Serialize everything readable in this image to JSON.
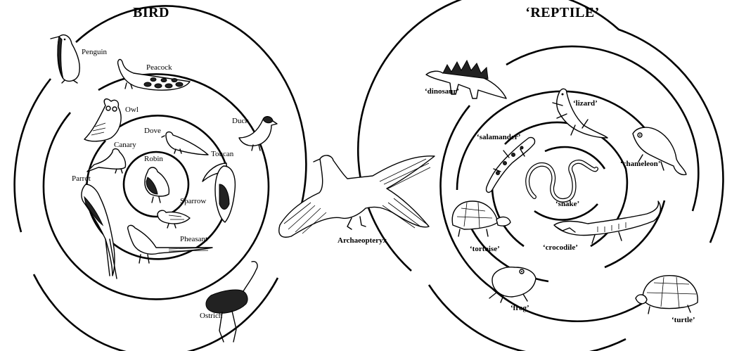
{
  "titles": {
    "bird": "BIRD",
    "reptile": "‘REPTILE’"
  },
  "birds": {
    "penguin": "Penguin",
    "peacock": "Peacock",
    "owl": "Owl",
    "duck": "Duck",
    "dove": "Dove",
    "canary": "Canary",
    "robin": "Robin",
    "toucan": "Toucan",
    "parrot": "Parrot",
    "sparrow": "Sparrow",
    "pheasant": "Pheasant",
    "ostrich": "Ostrich"
  },
  "center": {
    "archaeopteryx": "Archaeopteryx"
  },
  "reptiles": {
    "dinosaur": "‘dinosaur’",
    "lizard": "‘lizard’",
    "salamander": "‘salamander’",
    "chameleon": "‘chameleon’",
    "snake": "‘snake’",
    "tortoise": "‘tortoise’",
    "crocodile": "‘crocodile’",
    "frog": "‘frog’",
    "turtle": "‘turtle’"
  }
}
